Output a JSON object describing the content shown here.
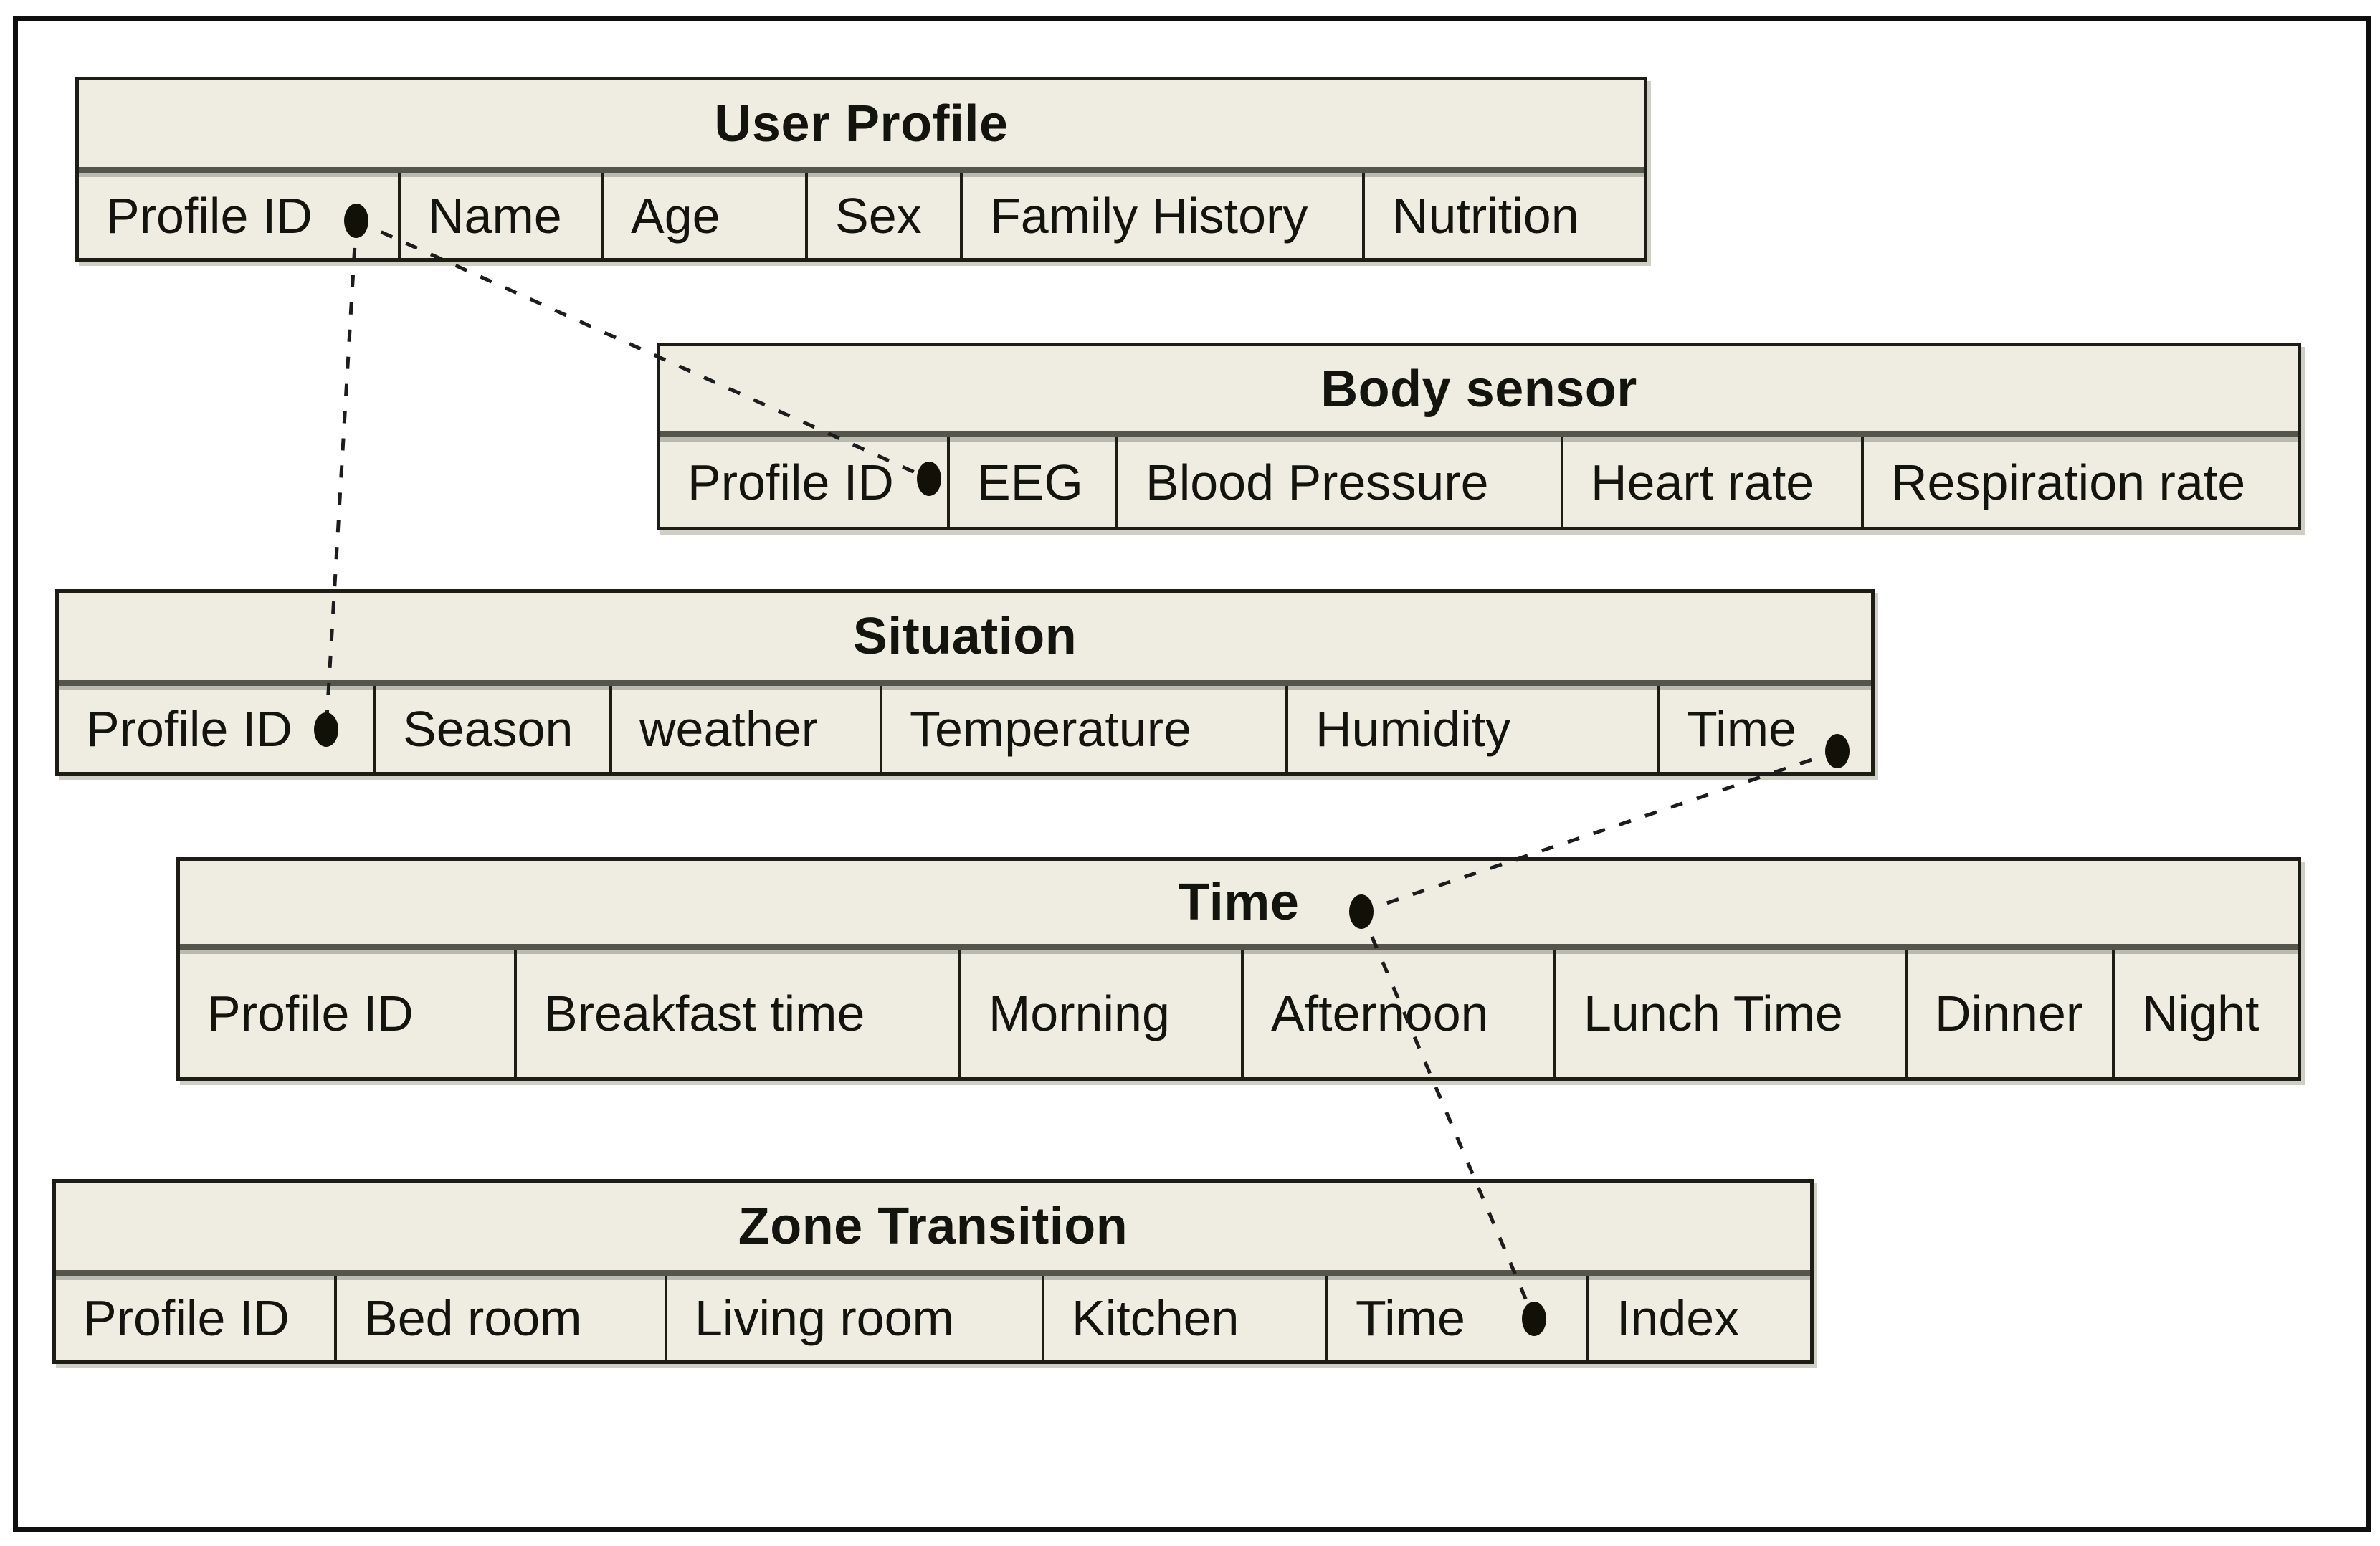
{
  "diagram": {
    "background": "#ffffff",
    "colors": {
      "table_fill": "#efece2",
      "table_border": "#1d1d16",
      "header_divider": "#55554b",
      "header_divider_shadow": "#b9bab0",
      "connector": "#1c1c1c",
      "outer_frame": "#0f0f0f",
      "text": "#14140e"
    },
    "tables": [
      {
        "id": "user-profile",
        "title": "User Profile",
        "columns": [
          "Profile ID",
          "Name",
          "Age",
          "Sex",
          "Family History",
          "Nutrition"
        ]
      },
      {
        "id": "body-sensor",
        "title": "Body sensor",
        "columns": [
          "Profile ID",
          "EEG",
          "Blood Pressure",
          "Heart rate",
          "Respiration rate"
        ]
      },
      {
        "id": "situation",
        "title": "Situation",
        "columns": [
          "Profile ID",
          "Season",
          "weather",
          "Temperature",
          "Humidity",
          "Time"
        ]
      },
      {
        "id": "time",
        "title": "Time",
        "columns": [
          "Profile ID",
          "Breakfast time",
          "Morning",
          "Afternoon",
          "Lunch Time",
          "Dinner",
          "Night"
        ]
      },
      {
        "id": "zone-transition",
        "title": "Zone Transition",
        "columns": [
          "Profile ID",
          "Bed room",
          "Living room",
          "Kitchen",
          "Time",
          "Index"
        ]
      }
    ],
    "relationships": [
      {
        "from": "User Profile.Profile ID",
        "to": "Body sensor.Profile ID",
        "style": "dashed"
      },
      {
        "from": "User Profile.Profile ID",
        "to": "Situation.Profile ID",
        "style": "dashed"
      },
      {
        "from": "Situation.Time",
        "to": "Time",
        "style": "dashed"
      },
      {
        "from": "Time",
        "to": "Zone Transition.Time",
        "style": "dashed"
      }
    ]
  }
}
